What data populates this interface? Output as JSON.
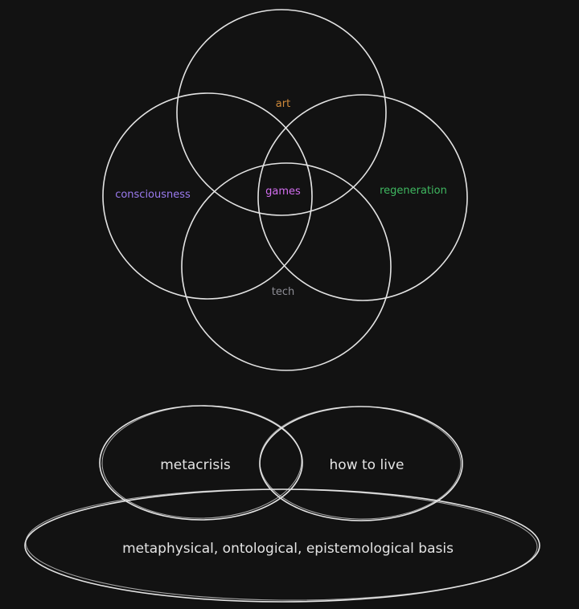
{
  "venn_top": {
    "labels": {
      "art": "art",
      "consciousness": "consciousness",
      "games": "games",
      "regeneration": "regeneration",
      "tech": "tech"
    },
    "colors": {
      "art": "#d08a3a",
      "consciousness": "#9b7bf0",
      "games": "#d36ef0",
      "regeneration": "#3fb860",
      "tech": "#8e8e96",
      "stroke": "#e4e4e4",
      "background": "#121212"
    }
  },
  "venn_bottom": {
    "labels": {
      "metacrisis": "metacrisis",
      "how_to_live": "how to live",
      "basis": "metaphysical, ontological, epistemological basis"
    }
  }
}
